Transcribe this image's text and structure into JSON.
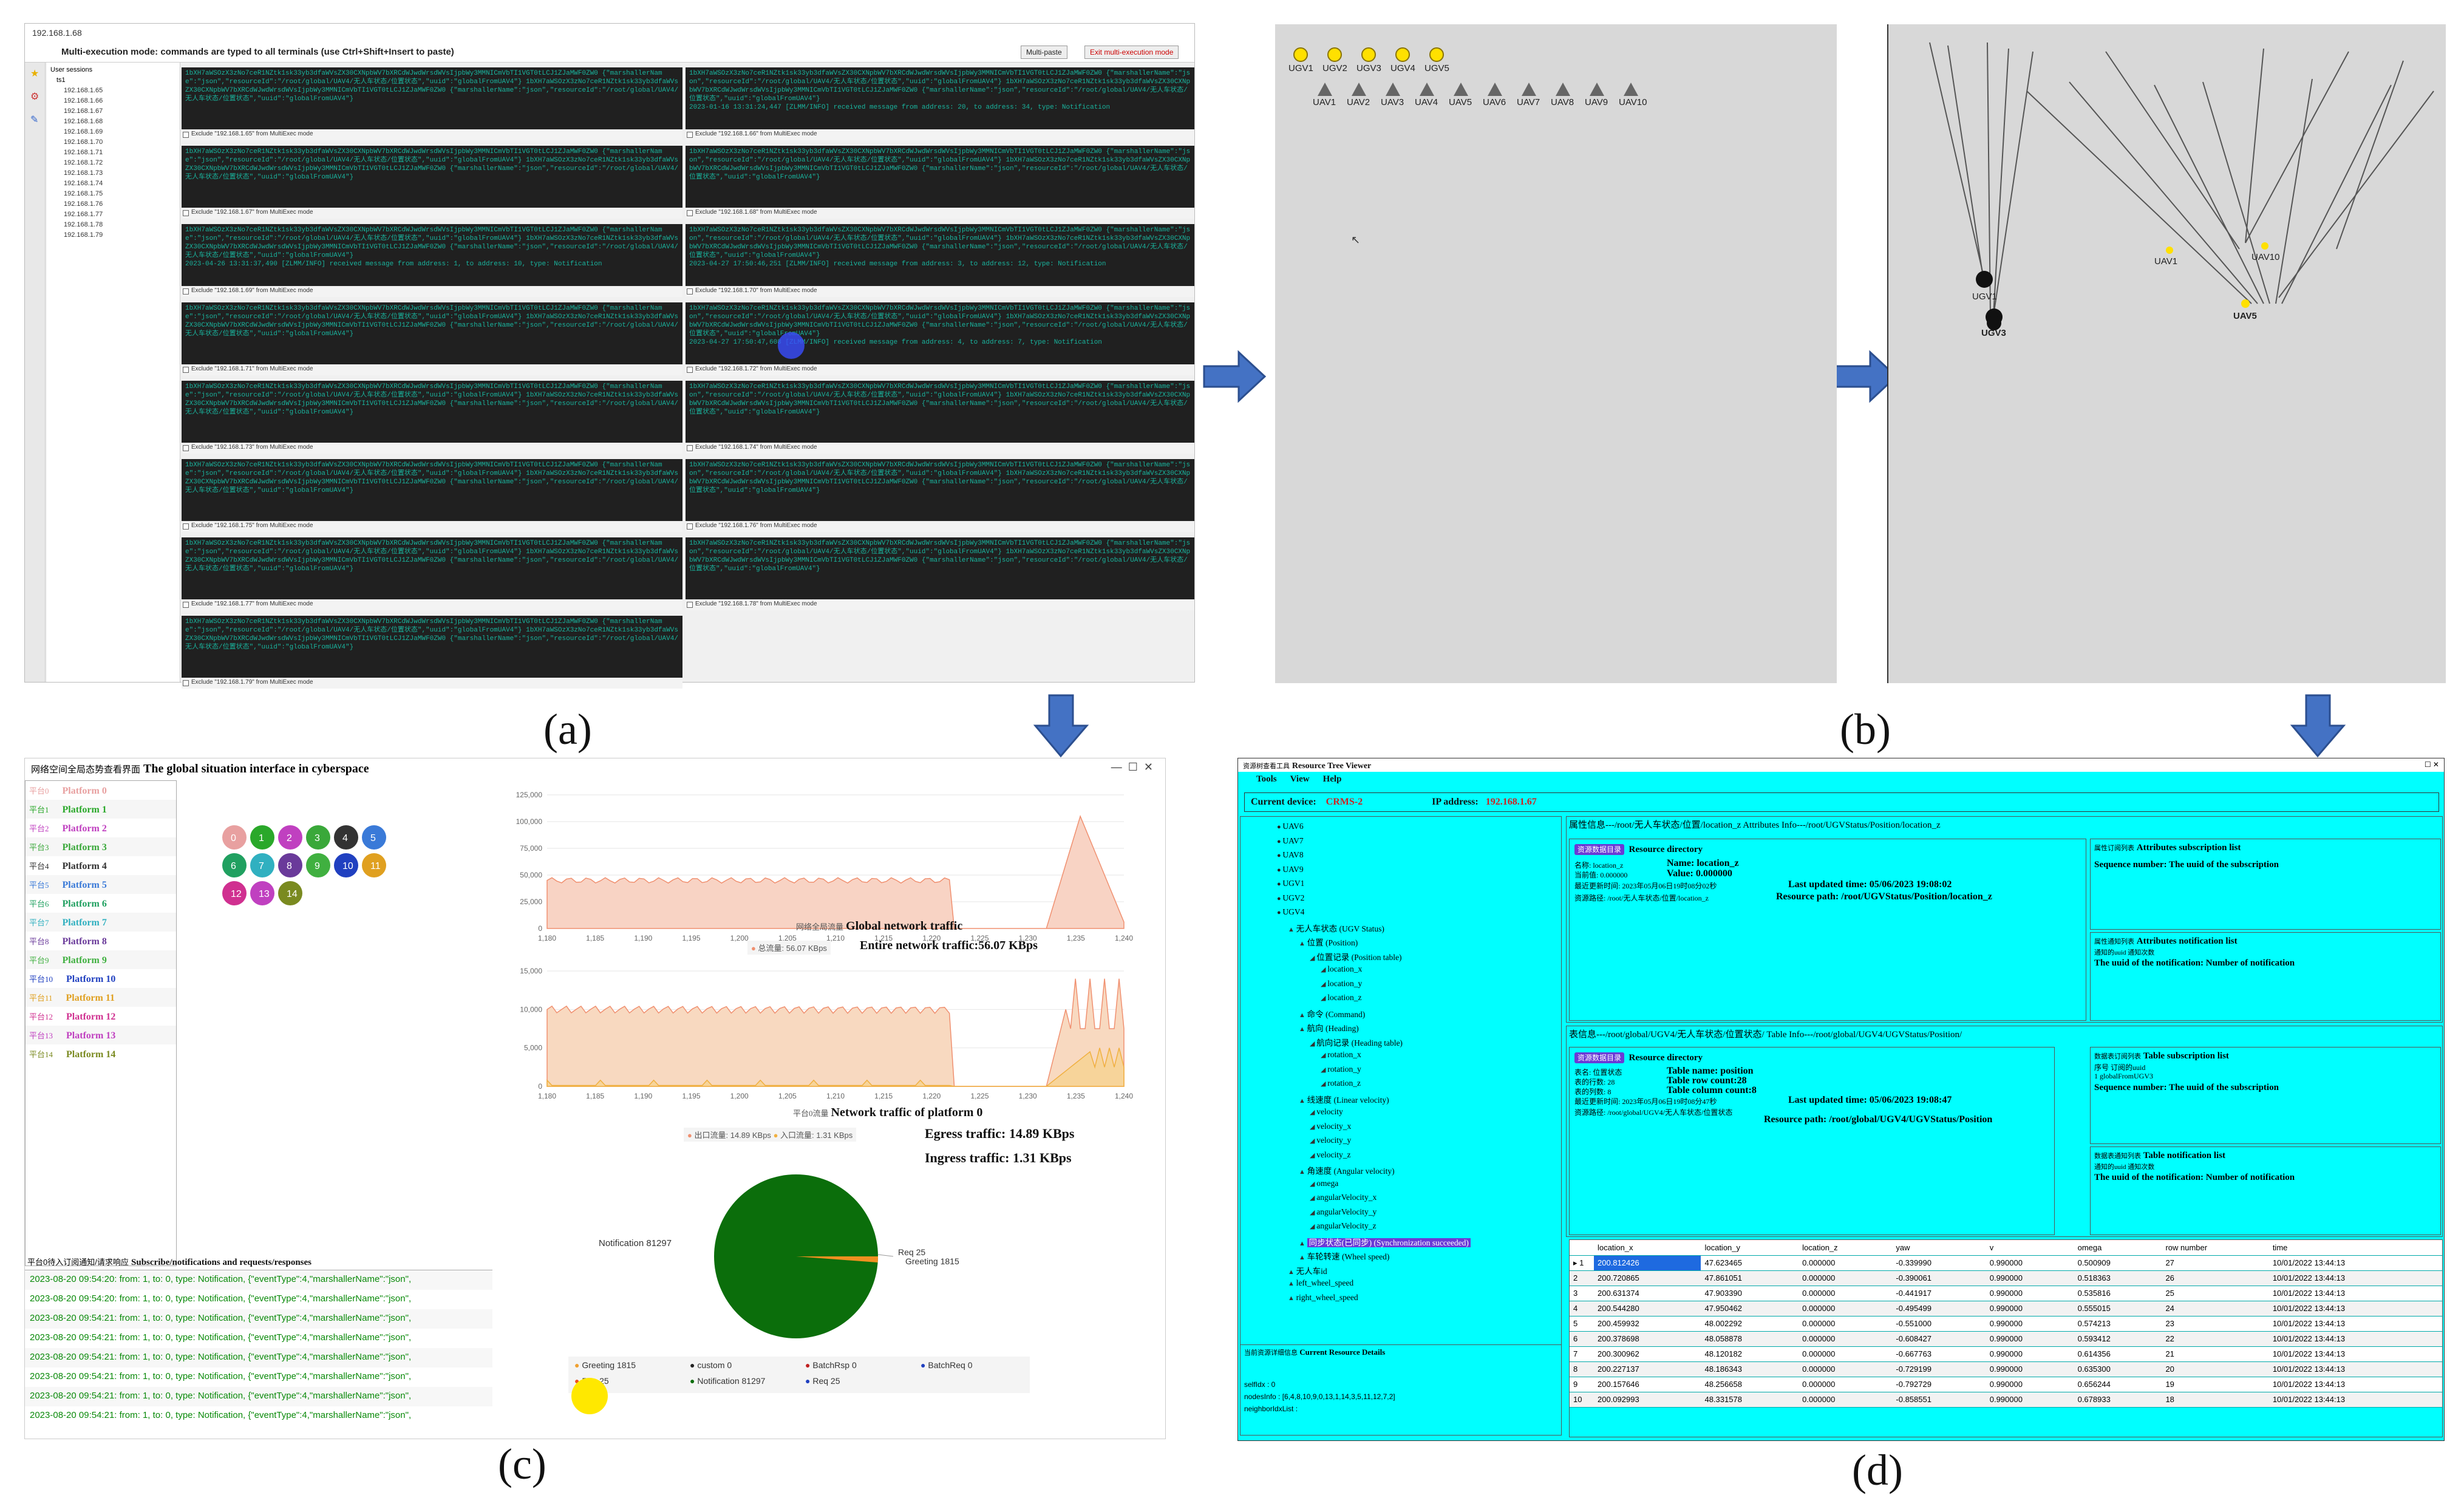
{
  "labels": {
    "a": "(a)",
    "b": "(b)",
    "c": "(c)",
    "d": "(d)"
  },
  "panel_a": {
    "title": "192.168.1.68",
    "banner": "Multi-execution mode: commands are typed to all terminals (use Ctrl+Shift+Insert to paste)",
    "btn_multi": "Multi-paste",
    "btn_exit": "Exit multi-execution mode",
    "tree_root": "User sessions",
    "tree_folder": "ts1",
    "hosts": [
      "192.168.1.65",
      "192.168.1.66",
      "192.168.1.67",
      "192.168.1.68",
      "192.168.1.69",
      "192.168.1.70",
      "192.168.1.71",
      "192.168.1.72",
      "192.168.1.73",
      "192.168.1.74",
      "192.168.1.75",
      "192.168.1.76",
      "192.168.1.77",
      "192.168.1.78",
      "192.168.1.79"
    ],
    "term_text": "1bXH7aWSOzX3zNo7ceR1NZtk1sk33yb3dfaWVsZX30CXNpbWV7bXRCdWJwdWrsdWVsIjpbWy3MMNICmVbTI1VGT0tLCJ1ZJaMWF0ZW0 {\"marshallerName\":\"json\",\"resourceId\":\"/root/global/UAV4/无人车状态/位置状态\",\"uuid\":\"globalFromUAV4\"}",
    "msgs": [
      "2023-01-16 13:31:24,447 [ZLMM/INFO] received message from address: 20, to address: 34, type: Notification",
      "2023-04-26 13:31:37,490 [ZLMM/INFO] received message from address: 1, to address: 10, type: Notification",
      "2023-04-27 17:50:46,251 [ZLMM/INFO] received message from address: 3, to address: 12, type: Notification",
      "2023-04-27 17:50:47,608 [ZLMM/INFO] received message from address: 4, to address: 7, type: Notification"
    ],
    "excludes": [
      "Exclude \"192.168.1.65\" from MultiExec mode",
      "Exclude \"192.168.1.66\" from MultiExec mode",
      "Exclude \"192.168.1.67\" from MultiExec mode",
      "Exclude \"192.168.1.68\" from MultiExec mode",
      "Exclude \"192.168.1.69\" from MultiExec mode",
      "Exclude \"192.168.1.70\" from MultiExec mode",
      "Exclude \"192.168.1.71\" from MultiExec mode",
      "Exclude \"192.168.1.72\" from MultiExec mode",
      "Exclude \"192.168.1.73\" from MultiExec mode",
      "Exclude \"192.168.1.74\" from MultiExec mode",
      "Exclude \"192.168.1.75\" from MultiExec mode",
      "Exclude \"192.168.1.76\" from MultiExec mode",
      "Exclude \"192.168.1.77\" from MultiExec mode",
      "Exclude \"192.168.1.78\" from MultiExec mode",
      "Exclude \"192.168.1.79\" from MultiExec mode"
    ]
  },
  "panel_b": {
    "ugvs": [
      "UGV1",
      "UGV2",
      "UGV3",
      "UGV4",
      "UGV5"
    ],
    "uavs": [
      "UAV1",
      "UAV2",
      "UAV3",
      "UAV4",
      "UAV5",
      "UAV6",
      "UAV7",
      "UAV8",
      "UAV9",
      "UAV10"
    ],
    "right_labels": {
      "ugv1": "UGV1",
      "ugv3": "UGV3",
      "uav1": "UAV1",
      "uav10": "UAV10",
      "uav5": "UAV5"
    }
  },
  "panel_c": {
    "title_cn": "网络空间全局态势查看界面",
    "title_en": "The global situation interface in cyberspace",
    "platforms": [
      {
        "cn": "平台0",
        "en": "Platform 0",
        "color": "#e8a0a0"
      },
      {
        "cn": "平台1",
        "en": "Platform 1",
        "color": "#2aa82a"
      },
      {
        "cn": "平台2",
        "en": "Platform 2",
        "color": "#c040c0"
      },
      {
        "cn": "平台3",
        "en": "Platform 3",
        "color": "#3aa83a"
      },
      {
        "cn": "平台4",
        "en": "Platform 4",
        "color": "#333333"
      },
      {
        "cn": "平台5",
        "en": "Platform 5",
        "color": "#3a7ad8"
      },
      {
        "cn": "平台6",
        "en": "Platform 6",
        "color": "#20a060"
      },
      {
        "cn": "平台7",
        "en": "Platform 7",
        "color": "#30b0c0"
      },
      {
        "cn": "平台8",
        "en": "Platform 8",
        "color": "#6a3a9a"
      },
      {
        "cn": "平台9",
        "en": "Platform 9",
        "color": "#40b040"
      },
      {
        "cn": "平台10",
        "en": "Platform 10",
        "color": "#2040c0"
      },
      {
        "cn": "平台11",
        "en": "Platform 11",
        "color": "#e0a020"
      },
      {
        "cn": "平台12",
        "en": "Platform 12",
        "color": "#d03090"
      },
      {
        "cn": "平台13",
        "en": "Platform 13",
        "color": "#c040c0"
      },
      {
        "cn": "平台14",
        "en": "Platform 14",
        "color": "#7a8a20"
      }
    ],
    "cap_global_cn": "网络全局流量",
    "cap_global_en": "Global network traffic",
    "total_cn": "总流量: 56.07 KBps",
    "total_en": "Entire network traffic:56.07 KBps",
    "cap_p0_cn": "平台0流量",
    "cap_p0_en": "Network traffic of platform 0",
    "egress_cn": "出口流量: 14.89 KBps",
    "ingress_cn": "入口流量: 1.31 KBps",
    "egress_en": "Egress traffic: 14.89 KBps",
    "ingress_en": "Ingress traffic: 1.31 KBps",
    "pie_notif": "Notification 81297",
    "pie_req": "Req 25",
    "pie_greet": "Greeting 1815",
    "legend": [
      "Greeting 1815",
      "custom 0",
      "BatchRsp 0",
      "BatchReq 0",
      "Rsp 25",
      "Notification 81297",
      "Req 25"
    ],
    "sub_cn": "平台0待入订阅通知/请求响应",
    "sub_en": "Subscribe/notifications and requests/responses",
    "log": [
      "2023-08-20 09:54:20: from: 1, to: 0, type: Notification, {\"eventType\":4,\"marshallerName\":\"json\",",
      "2023-08-20 09:54:20: from: 1, to: 0, type: Notification, {\"eventType\":4,\"marshallerName\":\"json\",",
      "2023-08-20 09:54:21: from: 1, to: 0, type: Notification, {\"eventType\":4,\"marshallerName\":\"json\",",
      "2023-08-20 09:54:21: from: 1, to: 0, type: Notification, {\"eventType\":4,\"marshallerName\":\"json\",",
      "2023-08-20 09:54:21: from: 1, to: 0, type: Notification, {\"eventType\":4,\"marshallerName\":\"json\",",
      "2023-08-20 09:54:21: from: 1, to: 0, type: Notification, {\"eventType\":4,\"marshallerName\":\"json\",",
      "2023-08-20 09:54:21: from: 1, to: 0, type: Notification, {\"eventType\":4,\"marshallerName\":\"json\",",
      "2023-08-20 09:54:21: from: 1, to: 0, type: Notification, {\"eventType\":4,\"marshallerName\":\"json\","
    ]
  },
  "panel_d": {
    "title_cn": "资源树查看工具",
    "title_en": "Resource Tree Viewer",
    "menu": [
      "Tools",
      "View",
      "Help"
    ],
    "device_label": "Current device:",
    "device": "CRMS-2",
    "ip_label": "IP address:",
    "ip": "192.168.1.67",
    "tree": [
      "UAV6",
      "UAV7",
      "UAV8",
      "UAV9",
      "UGV1",
      "UGV2",
      "UGV4",
      "无人车状态 (UGV Status)",
      "位置 (Position)",
      "位置记录 (Position table)",
      "location_x",
      "location_y",
      "location_z",
      "命令 (Command)",
      "航向 (Heading)",
      "航向记录 (Heading table)",
      "rotation_x",
      "rotation_y",
      "rotation_z",
      "线速度 (Linear velocity)",
      "velocity",
      "velocity_x",
      "velocity_y",
      "velocity_z",
      "角速度 (Angular velocity)",
      "omega",
      "angularVelocity_x",
      "angularVelocity_y",
      "angularVelocity_z",
      "同步状态(已同步) (Synchronization succeeded)",
      "车轮转速 (Wheel speed)",
      "无人车id",
      "left_wheel_speed",
      "right_wheel_speed"
    ],
    "attr_header": "属性信息---/root/无人车状态/位置/location_z  Attributes Info---/root/UGVStatus/Position/location_z",
    "res_dir": "Resource directory",
    "badge": "资源数据目录",
    "name_en": "Name: location_z",
    "value_en": "Value: 0.000000",
    "name_cn": "名称: location_z",
    "value_cn": "当前值: 0.000000",
    "upd_cn": "最近更新时间: 2023年05月06日19时08分02秒",
    "upd_en": "Last updated time: 05/06/2023 19:08:02",
    "path_cn": "资源路径: /root/无人车状态/位置/location_z",
    "path_en": "Resource path: /root/UGVStatus/Position/location_z",
    "attr_sub_cn": "属性订阅列表",
    "attr_sub_en": "Attributes subscription list",
    "seq_en": "Sequence number: The uuid of the subscription",
    "attr_notif_cn": "属性通知列表",
    "attr_notif_en": "Attributes notification list",
    "notif_cn": "通知的uuid  通知次数",
    "notif_en": "The uuid of the notification:  Number of notification",
    "tbl_header": "表信息---/root/global/UGV4/无人车状态/位置状态/  Table Info---/root/global/UGV4/UGVStatus/Position/",
    "tname_cn": "表名: 位置状态",
    "tname_en": "Table name: position",
    "rows_cn": "表的行数: 28",
    "rows_en": "Table row count:28",
    "cols_cn": "表的列数: 8",
    "cols_en": "Table column count:8",
    "tupd_cn": "最近更新时间: 2023年05月06日19时08分47秒",
    "tupd_en": "Last updated time: 05/06/2023 19:08:47",
    "tpath_cn": "资源路径: /root/global/UGV4/无人车状态/位置状态",
    "tpath_en": "Resource path: /root/global/UGV4/UGVStatus/Position",
    "tbl_sub_cn": "数据表订阅列表",
    "tbl_sub_en": "Table subscription list",
    "tsub_row": "1    globalFromUGV3",
    "tsub_hdr": "序号    订阅的uuid",
    "tbl_notif_cn": "数据表通知列表",
    "tbl_notif_en": "Table notification list",
    "details_cn": "当前资源详细信息",
    "details_en": "Current Resource Details",
    "details": [
      "selfIdx : 0",
      "nodesInfo : [6,4,8,10,9,0,13,1,14,3,5,11,12,7,2]",
      "neighborIdxList :"
    ],
    "columns": [
      "location_x",
      "location_y",
      "location_z",
      "yaw",
      "v",
      "omega",
      "row number",
      "time"
    ],
    "rows": [
      [
        "200.812426",
        "47.623465",
        "0.000000",
        "-0.339990",
        "0.990000",
        "0.500909",
        "27",
        "10/01/2022 13:44:13"
      ],
      [
        "200.720865",
        "47.861051",
        "0.000000",
        "-0.390061",
        "0.990000",
        "0.518363",
        "26",
        "10/01/2022 13:44:13"
      ],
      [
        "200.631374",
        "47.903390",
        "0.000000",
        "-0.441917",
        "0.990000",
        "0.535816",
        "25",
        "10/01/2022 13:44:13"
      ],
      [
        "200.544280",
        "47.950462",
        "0.000000",
        "-0.495499",
        "0.990000",
        "0.555015",
        "24",
        "10/01/2022 13:44:13"
      ],
      [
        "200.459932",
        "48.002292",
        "0.000000",
        "-0.551000",
        "0.990000",
        "0.574213",
        "23",
        "10/01/2022 13:44:13"
      ],
      [
        "200.378698",
        "48.058878",
        "0.000000",
        "-0.608427",
        "0.990000",
        "0.593412",
        "22",
        "10/01/2022 13:44:13"
      ],
      [
        "200.300962",
        "48.120182",
        "0.000000",
        "-0.667763",
        "0.990000",
        "0.614356",
        "21",
        "10/01/2022 13:44:13"
      ],
      [
        "200.227137",
        "48.186343",
        "0.000000",
        "-0.729199",
        "0.990000",
        "0.635300",
        "20",
        "10/01/2022 13:44:13"
      ],
      [
        "200.157646",
        "48.256658",
        "0.000000",
        "-0.792729",
        "0.990000",
        "0.656244",
        "19",
        "10/01/2022 13:44:13"
      ],
      [
        "200.092993",
        "48.331578",
        "0.000000",
        "-0.858551",
        "0.990000",
        "0.678933",
        "18",
        "10/01/2022 13:44:13"
      ]
    ]
  },
  "colors": {
    "term_bg": "#202020",
    "term_fg": "#19b39d",
    "cyan": "#00ffff",
    "traffic": "#f4b8a0",
    "pie_green": "#0b6e0b"
  }
}
